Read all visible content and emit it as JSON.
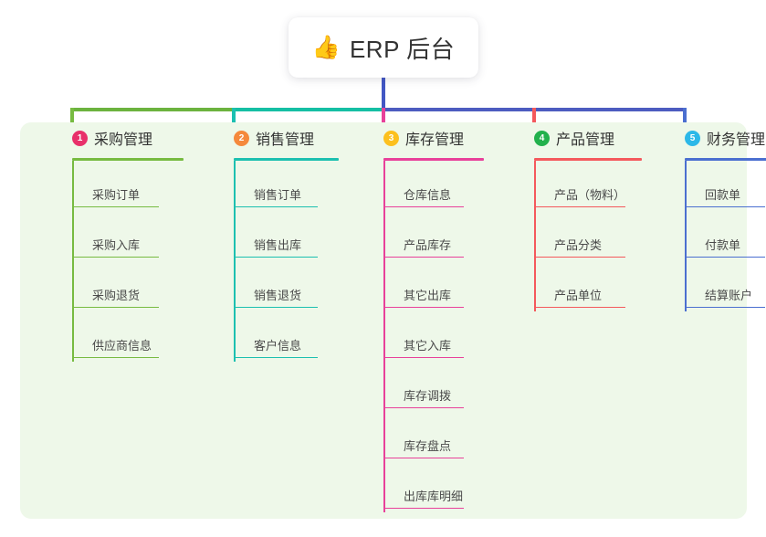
{
  "root": {
    "icon": "thumbs-up-icon",
    "icon_glyph": "👍",
    "title": "ERP 后台"
  },
  "theme": {
    "panel_background": "#eef8e9",
    "page_background": "#ffffff",
    "root_line": "#4257c4",
    "bus_left": "#6cb33f",
    "bus_mid": "#15bfa4",
    "bus_right": "#4d5cc0"
  },
  "columns": [
    {
      "number": "1",
      "title": "采购管理",
      "badge_color": "#e8306a",
      "line_color": "#77bb41",
      "drop_color": "#77bb41",
      "items": [
        "采购订单",
        "采购入库",
        "采购退货",
        "供应商信息"
      ]
    },
    {
      "number": "2",
      "title": "销售管理",
      "badge_color": "#f5893c",
      "line_color": "#1cc0b0",
      "drop_color": "#1cc0b0",
      "items": [
        "销售订单",
        "销售出库",
        "销售退货",
        "客户信息"
      ]
    },
    {
      "number": "3",
      "title": "库存管理",
      "badge_color": "#fcc01e",
      "line_color": "#e8419a",
      "drop_color": "#e8419a",
      "items": [
        "仓库信息",
        "产品库存",
        "其它出库",
        "其它入库",
        "库存调拨",
        "库存盘点",
        "出库库明细"
      ]
    },
    {
      "number": "4",
      "title": "产品管理",
      "badge_color": "#22b14c",
      "line_color": "#f4595c",
      "drop_color": "#f4595c",
      "items": [
        "产品（物料）",
        "产品分类",
        "产品单位"
      ]
    },
    {
      "number": "5",
      "title": "财务管理",
      "badge_color": "#2cb8e8",
      "line_color": "#4b6fd0",
      "drop_color": "#4b6fd0",
      "items": [
        "回款单",
        "付款单",
        "结算账户"
      ]
    }
  ]
}
